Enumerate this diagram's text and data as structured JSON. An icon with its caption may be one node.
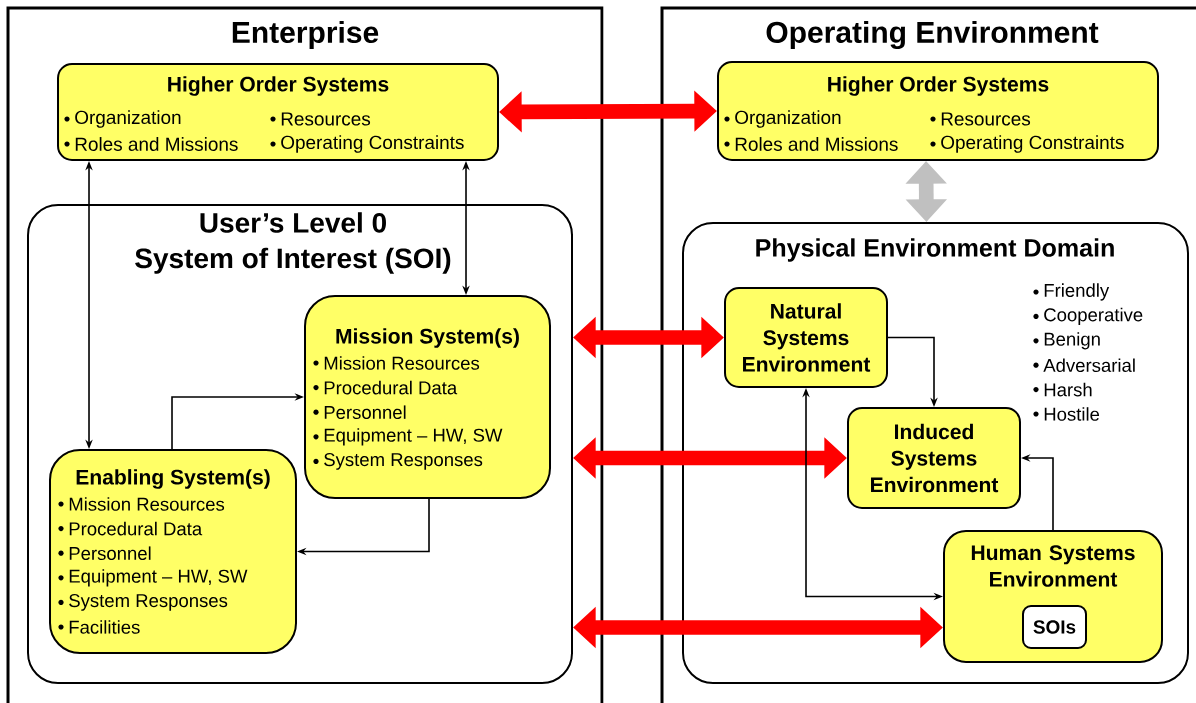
{
  "diagram": {
    "nodes": [
      {
        "text": [
          "Enterprise"
        ]
      },
      {
        "text": [
          "Higher Order Systems",
          "Organization",
          "Resources",
          "Roles and Missions",
          "Operating Constraints"
        ],
        "in": 0
      },
      {
        "text": [
          "User’s Level 0 System of Interest (SOI)"
        ],
        "in": 0
      },
      {
        "text": [
          "Mission System(s)",
          "Mission Resources",
          "Procedural Data",
          "Personnel",
          "Equipment – HW, SW",
          "System Responses"
        ],
        "in": 2
      },
      {
        "text": [
          "Enabling System(s)",
          "Mission Resources",
          "Procedural Data",
          "Personnel",
          "Equipment – HW, SW",
          "System Responses",
          "Facilities"
        ],
        "in": 2
      },
      {
        "text": [
          "Operating Environment"
        ]
      },
      {
        "text": [
          "Higher Order Systems",
          "Organization",
          "Resources",
          "Roles and Missions",
          "Operating Constraints"
        ],
        "in": 5
      },
      {
        "text": [
          "Physical Environment Domain",
          "Friendly",
          "Cooperative",
          "Benign",
          "Adversarial",
          "Harsh",
          "Hostile"
        ],
        "in": 5
      },
      {
        "text": [
          "Natural Systems Environment"
        ],
        "in": 7
      },
      {
        "text": [
          "Induced Systems Environment"
        ],
        "in": 7
      },
      {
        "text": [
          "Human Systems Environment"
        ],
        "in": 7
      },
      {
        "text": [
          "SOIs"
        ],
        "in": 10
      }
    ],
    "edges": [
      {
        "from": 1,
        "to": 6,
        "arrow": "both",
        "style": "thick",
        "color": "#ff0000"
      },
      {
        "from": 6,
        "to": 7,
        "arrow": "both",
        "style": "thick",
        "color": "#c0c0c0"
      },
      {
        "from": 1,
        "to": 4,
        "arrow": "both"
      },
      {
        "from": 1,
        "to": 3,
        "arrow": "both"
      },
      {
        "from": 4,
        "to": 3,
        "arrow": "to"
      },
      {
        "from": 3,
        "to": 4,
        "arrow": "to"
      },
      {
        "from": 2,
        "to": 8,
        "arrow": "both",
        "style": "thick",
        "color": "#ff0000"
      },
      {
        "from": 2,
        "to": 9,
        "arrow": "both",
        "style": "thick",
        "color": "#ff0000"
      },
      {
        "from": 2,
        "to": 10,
        "arrow": "both",
        "style": "thick",
        "color": "#ff0000"
      },
      {
        "from": 8,
        "to": 9,
        "arrow": "to"
      },
      {
        "from": 8,
        "to": 10,
        "arrow": "both"
      },
      {
        "from": 10,
        "to": 9,
        "arrow": "to"
      }
    ]
  }
}
